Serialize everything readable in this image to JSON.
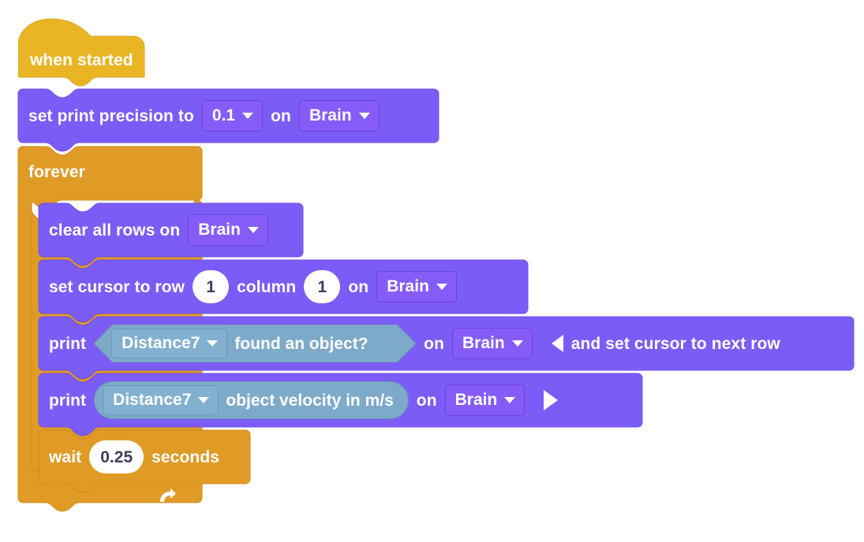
{
  "program": {
    "title": "VEXcode block program",
    "colors": {
      "event_yellow": "#e9b525",
      "control_orange": "#e09b26",
      "looks_purple": "#7c5cf6",
      "sensing_teal": "#7eaac9",
      "text_white": "#ffffff",
      "number_text": "#3b3f58"
    },
    "blocks": [
      {
        "id": "when-started",
        "type": "hat",
        "label": "when started"
      },
      {
        "id": "set-print-precision",
        "type": "stack",
        "category": "looks",
        "parts": [
          {
            "kind": "text",
            "value": "set print precision to"
          },
          {
            "kind": "dropdown",
            "value": "0.1",
            "icon": "chevron-down-icon"
          },
          {
            "kind": "text",
            "value": "on"
          },
          {
            "kind": "dropdown",
            "value": "Brain",
            "icon": "chevron-down-icon"
          }
        ]
      },
      {
        "id": "forever",
        "type": "c-block",
        "category": "control",
        "label": "forever",
        "loop_icon": "loop-arrow-icon",
        "children": [
          {
            "id": "clear-all-rows",
            "type": "stack",
            "category": "looks",
            "parts": [
              {
                "kind": "text",
                "value": "clear all rows on"
              },
              {
                "kind": "dropdown",
                "value": "Brain",
                "icon": "chevron-down-icon"
              }
            ]
          },
          {
            "id": "set-cursor",
            "type": "stack",
            "category": "looks",
            "parts": [
              {
                "kind": "text",
                "value": "set cursor to row"
              },
              {
                "kind": "number",
                "value": "1"
              },
              {
                "kind": "text",
                "value": "column"
              },
              {
                "kind": "number",
                "value": "1"
              },
              {
                "kind": "text",
                "value": "on"
              },
              {
                "kind": "dropdown",
                "value": "Brain",
                "icon": "chevron-down-icon"
              }
            ]
          },
          {
            "id": "print-found-object",
            "type": "stack",
            "category": "looks",
            "parts": [
              {
                "kind": "text",
                "value": "print"
              },
              {
                "kind": "boolean-reporter",
                "category": "sensing",
                "dropdown": "Distance7",
                "icon": "chevron-down-icon",
                "text": "found an object?"
              },
              {
                "kind": "text",
                "value": "on"
              },
              {
                "kind": "dropdown",
                "value": "Brain",
                "icon": "chevron-down-icon"
              },
              {
                "kind": "icon",
                "value": "arrow-left-icon"
              },
              {
                "kind": "text",
                "value": "and set cursor to next row"
              }
            ]
          },
          {
            "id": "print-object-velocity",
            "type": "stack",
            "category": "looks",
            "parts": [
              {
                "kind": "text",
                "value": "print"
              },
              {
                "kind": "oval-reporter",
                "category": "sensing",
                "dropdown": "Distance7",
                "icon": "chevron-down-icon",
                "text": "object velocity in m/s"
              },
              {
                "kind": "text",
                "value": "on"
              },
              {
                "kind": "dropdown",
                "value": "Brain",
                "icon": "chevron-down-icon"
              },
              {
                "kind": "icon",
                "value": "arrow-right-icon"
              }
            ]
          },
          {
            "id": "wait-seconds",
            "type": "stack",
            "category": "control",
            "parts": [
              {
                "kind": "text",
                "value": "wait"
              },
              {
                "kind": "number",
                "value": "0.25"
              },
              {
                "kind": "text",
                "value": "seconds"
              }
            ]
          }
        ]
      }
    ]
  }
}
